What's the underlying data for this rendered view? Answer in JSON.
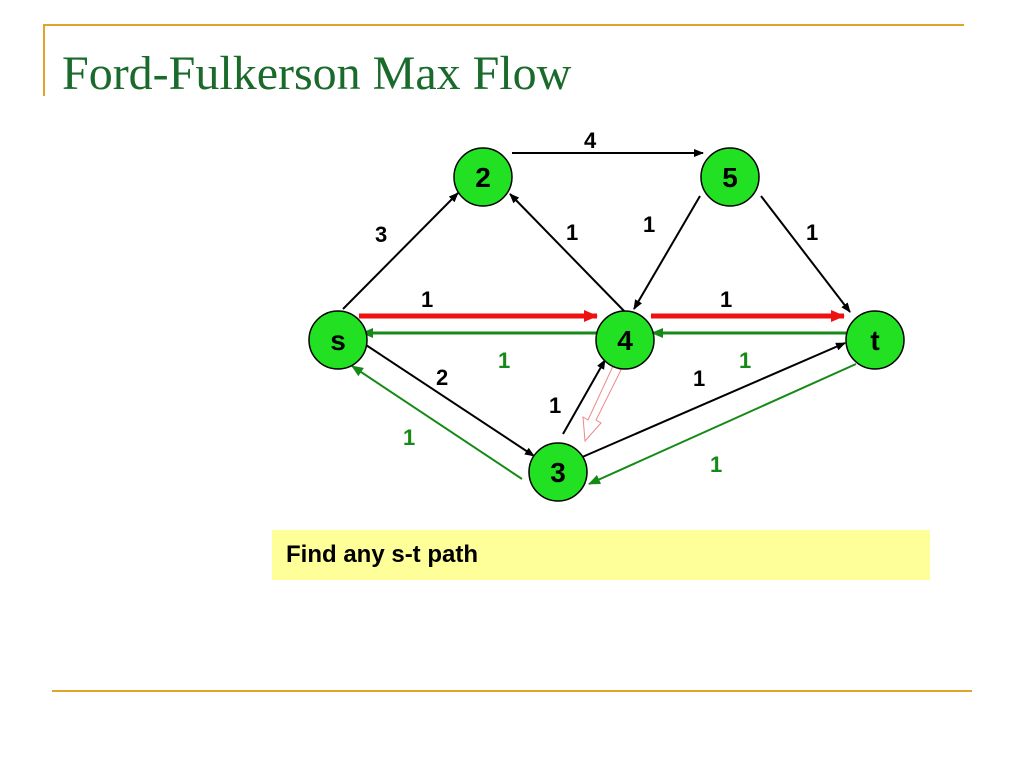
{
  "title": "Ford-Fulkerson Max Flow",
  "callout": "Find any s-t path",
  "colors": {
    "accent": "#e0a526",
    "title": "#1a6b2b",
    "node_fill": "#22e022",
    "augmenting_path": "#ee1111",
    "residual": "#168a16",
    "edge": "#000000",
    "callout_bg": "#ffff99"
  },
  "graph": {
    "nodes": [
      {
        "id": "s",
        "label": "s"
      },
      {
        "id": "2",
        "label": "2"
      },
      {
        "id": "3",
        "label": "3"
      },
      {
        "id": "4",
        "label": "4"
      },
      {
        "id": "5",
        "label": "5"
      },
      {
        "id": "t",
        "label": "t"
      }
    ],
    "edges": [
      {
        "from": "2",
        "to": "5",
        "capacity": "4",
        "kind": "normal"
      },
      {
        "from": "s",
        "to": "2",
        "capacity": "3",
        "kind": "normal"
      },
      {
        "from": "4",
        "to": "2",
        "capacity": "1",
        "kind": "normal"
      },
      {
        "from": "5",
        "to": "4",
        "capacity": "1",
        "kind": "normal"
      },
      {
        "from": "5",
        "to": "t",
        "capacity": "1",
        "kind": "normal"
      },
      {
        "from": "s",
        "to": "4",
        "capacity": "1",
        "kind": "augmenting"
      },
      {
        "from": "4",
        "to": "t",
        "capacity": "1",
        "kind": "augmenting"
      },
      {
        "from": "4",
        "to": "s",
        "capacity": "1",
        "kind": "residual"
      },
      {
        "from": "t",
        "to": "4",
        "capacity": "1",
        "kind": "residual"
      },
      {
        "from": "s",
        "to": "3",
        "capacity": "2",
        "kind": "normal"
      },
      {
        "from": "3",
        "to": "s",
        "capacity": "1",
        "kind": "residual"
      },
      {
        "from": "3",
        "to": "4",
        "capacity": "1",
        "kind": "normal"
      },
      {
        "from": "3",
        "to": "t",
        "capacity": "1",
        "kind": "normal"
      },
      {
        "from": "t",
        "to": "3",
        "capacity": "1",
        "kind": "residual"
      }
    ]
  }
}
